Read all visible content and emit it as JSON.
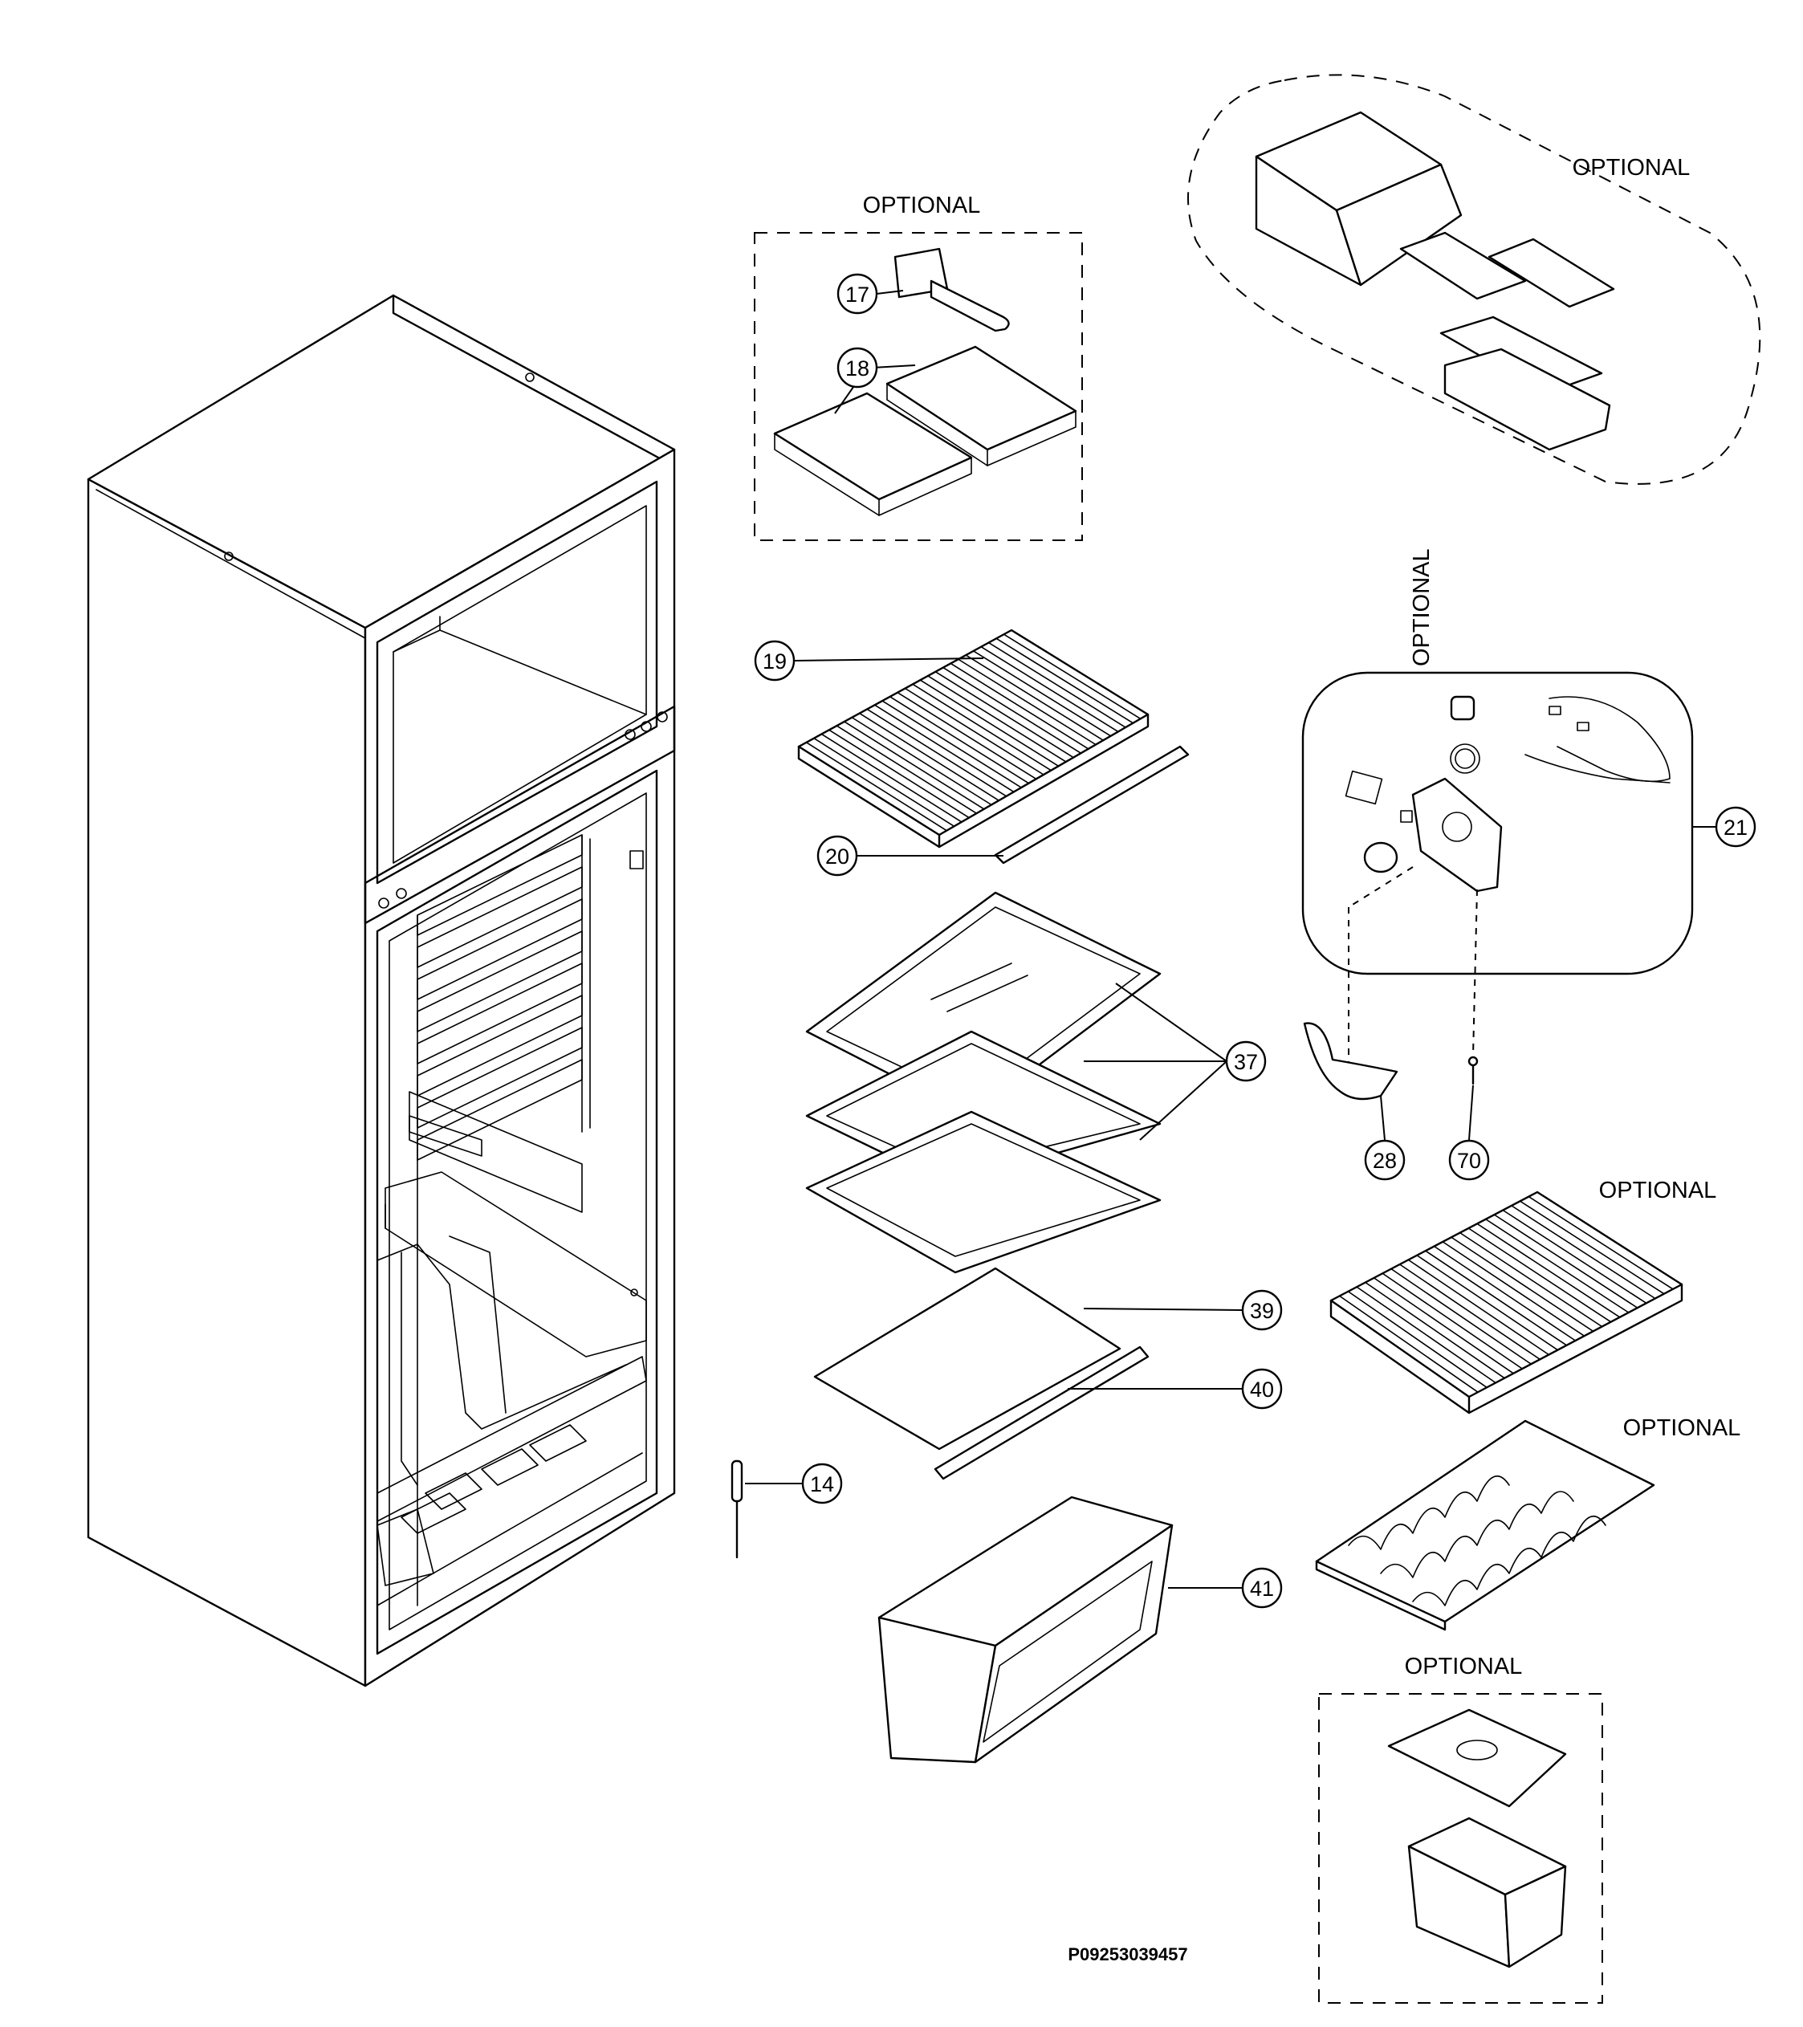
{
  "labels": {
    "optional": "OPTIONAL"
  },
  "drawing_code": "P09253039457",
  "callouts": {
    "c14": "14",
    "c17": "17",
    "c18": "18",
    "c19": "19",
    "c20": "20",
    "c21": "21",
    "c28": "28",
    "c37": "37",
    "c39": "39",
    "c40": "40",
    "c41": "41",
    "c70": "70"
  }
}
